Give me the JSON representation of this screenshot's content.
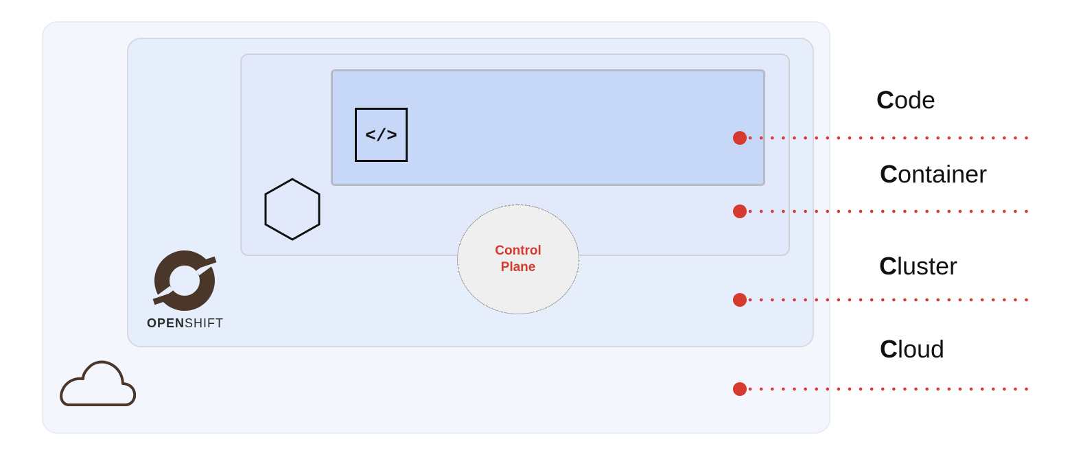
{
  "layers": [
    {
      "id": "code",
      "initial": "C",
      "rest": "ode"
    },
    {
      "id": "container",
      "initial": "C",
      "rest": "ontainer"
    },
    {
      "id": "cluster",
      "initial": "C",
      "rest": "luster"
    },
    {
      "id": "cloud",
      "initial": "C",
      "rest": "loud"
    }
  ],
  "code_icon_text": "</>",
  "control_plane": {
    "line1": "Control",
    "line2": "Plane"
  },
  "openshift": {
    "bold": "OPEN",
    "regular": "SHIFT"
  },
  "icons": {
    "code": "code-brackets-icon",
    "container": "hexagon-icon",
    "cluster": "openshift-logo",
    "cloud": "cloud-icon"
  },
  "colors": {
    "accent": "#d63a2f",
    "cloud_bg": "#f3f6fd",
    "cluster_bg": "#e6edfb",
    "container_bg": "#e1e9fa",
    "code_bg": "#c6d7f7",
    "icon_stroke": "#4a3729"
  }
}
